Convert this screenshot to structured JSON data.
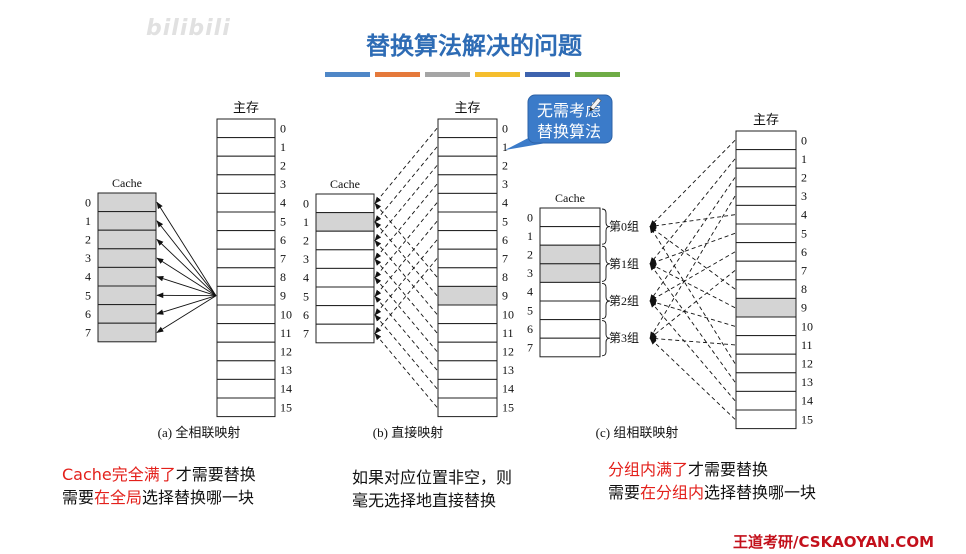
{
  "watermark": "bilibili",
  "title": "替换算法解决的问题",
  "colors": {
    "title": "#2e6cb5",
    "color_bar": [
      "#4f87c7",
      "#e5793b",
      "#a5a5a5",
      "#f5be2e",
      "#3d63ae",
      "#6fac46"
    ],
    "highlight_fill": "#d4d4d4",
    "block_stroke": "#222222",
    "emphasis": "#e3201b",
    "callout_fill": "#3b7bc9",
    "callout_stroke": "#2d62a6",
    "footer": "#c3101b"
  },
  "diagrams": [
    {
      "main_label": "主存",
      "cache_label": "Cache",
      "caption": "(a) 全相联映射",
      "main_blocks": [
        "0",
        "1",
        "2",
        "3",
        "4",
        "5",
        "6",
        "7",
        "8",
        "9",
        "10",
        "11",
        "12",
        "13",
        "14",
        "15"
      ],
      "cache_lines": [
        "0",
        "1",
        "2",
        "3",
        "4",
        "5",
        "6",
        "7"
      ],
      "main_highlight": [],
      "cache_highlight": [
        0,
        1,
        2,
        3,
        4,
        5,
        6,
        7
      ],
      "dashed": false,
      "edges": [
        [
          9,
          0
        ],
        [
          9,
          1
        ],
        [
          9,
          2
        ],
        [
          9,
          3
        ],
        [
          9,
          4
        ],
        [
          9,
          5
        ],
        [
          9,
          6
        ],
        [
          9,
          7
        ]
      ]
    },
    {
      "main_label": "主存",
      "cache_label": "Cache",
      "caption": "(b) 直接映射",
      "main_blocks": [
        "0",
        "1",
        "2",
        "3",
        "4",
        "5",
        "6",
        "7",
        "8",
        "9",
        "10",
        "11",
        "12",
        "13",
        "14",
        "15"
      ],
      "cache_lines": [
        "0",
        "1",
        "2",
        "3",
        "4",
        "5",
        "6",
        "7"
      ],
      "main_highlight": [
        9
      ],
      "cache_highlight": [
        1
      ],
      "dashed": true,
      "edges": [
        [
          0,
          0
        ],
        [
          1,
          1
        ],
        [
          2,
          2
        ],
        [
          3,
          3
        ],
        [
          4,
          4
        ],
        [
          5,
          5
        ],
        [
          6,
          6
        ],
        [
          7,
          7
        ],
        [
          8,
          0
        ],
        [
          9,
          1
        ],
        [
          10,
          2
        ],
        [
          11,
          3
        ],
        [
          12,
          4
        ],
        [
          13,
          5
        ],
        [
          14,
          6
        ],
        [
          15,
          7
        ]
      ]
    },
    {
      "main_label": "主存",
      "cache_label": "Cache",
      "caption": "(c) 组相联映射",
      "main_blocks": [
        "0",
        "1",
        "2",
        "3",
        "4",
        "5",
        "6",
        "7",
        "8",
        "9",
        "10",
        "11",
        "12",
        "13",
        "14",
        "15"
      ],
      "cache_lines": [
        "0",
        "1",
        "2",
        "3",
        "4",
        "5",
        "6",
        "7"
      ],
      "main_highlight": [
        9
      ],
      "cache_highlight": [
        2,
        3
      ],
      "groups": [
        "第0组",
        "第1组",
        "第2组",
        "第3组"
      ],
      "lines_per_group": 2,
      "dashed": true,
      "edges": [
        [
          0,
          0
        ],
        [
          1,
          1
        ],
        [
          2,
          2
        ],
        [
          3,
          3
        ],
        [
          4,
          0
        ],
        [
          5,
          1
        ],
        [
          6,
          2
        ],
        [
          7,
          3
        ],
        [
          8,
          0
        ],
        [
          9,
          1
        ],
        [
          10,
          2
        ],
        [
          11,
          3
        ],
        [
          12,
          0
        ],
        [
          13,
          1
        ],
        [
          14,
          2
        ],
        [
          15,
          3
        ]
      ]
    }
  ],
  "callout": {
    "lines": [
      "无需考虑",
      "替换算法"
    ]
  },
  "notes": [
    {
      "lines": [
        [
          {
            "text": "Cache完全满了",
            "red": true
          },
          {
            "text": "才需要替换",
            "red": false
          }
        ],
        [
          {
            "text": "需要",
            "red": false
          },
          {
            "text": "在全局",
            "red": true
          },
          {
            "text": "选择替换哪一块",
            "red": false
          }
        ]
      ]
    },
    {
      "lines": [
        [
          {
            "text": "如果对应位置非空，则",
            "red": false
          }
        ],
        [
          {
            "text": "毫无选择地直接替换",
            "red": false
          }
        ]
      ]
    },
    {
      "lines": [
        [
          {
            "text": "分组内满了",
            "red": true
          },
          {
            "text": "才需要替换",
            "red": false
          }
        ],
        [
          {
            "text": "需要",
            "red": false
          },
          {
            "text": "在分组内",
            "red": true
          },
          {
            "text": "选择替换哪一块",
            "red": false
          }
        ]
      ]
    }
  ],
  "footer": "王道考研/CSKAOYAN.COM"
}
